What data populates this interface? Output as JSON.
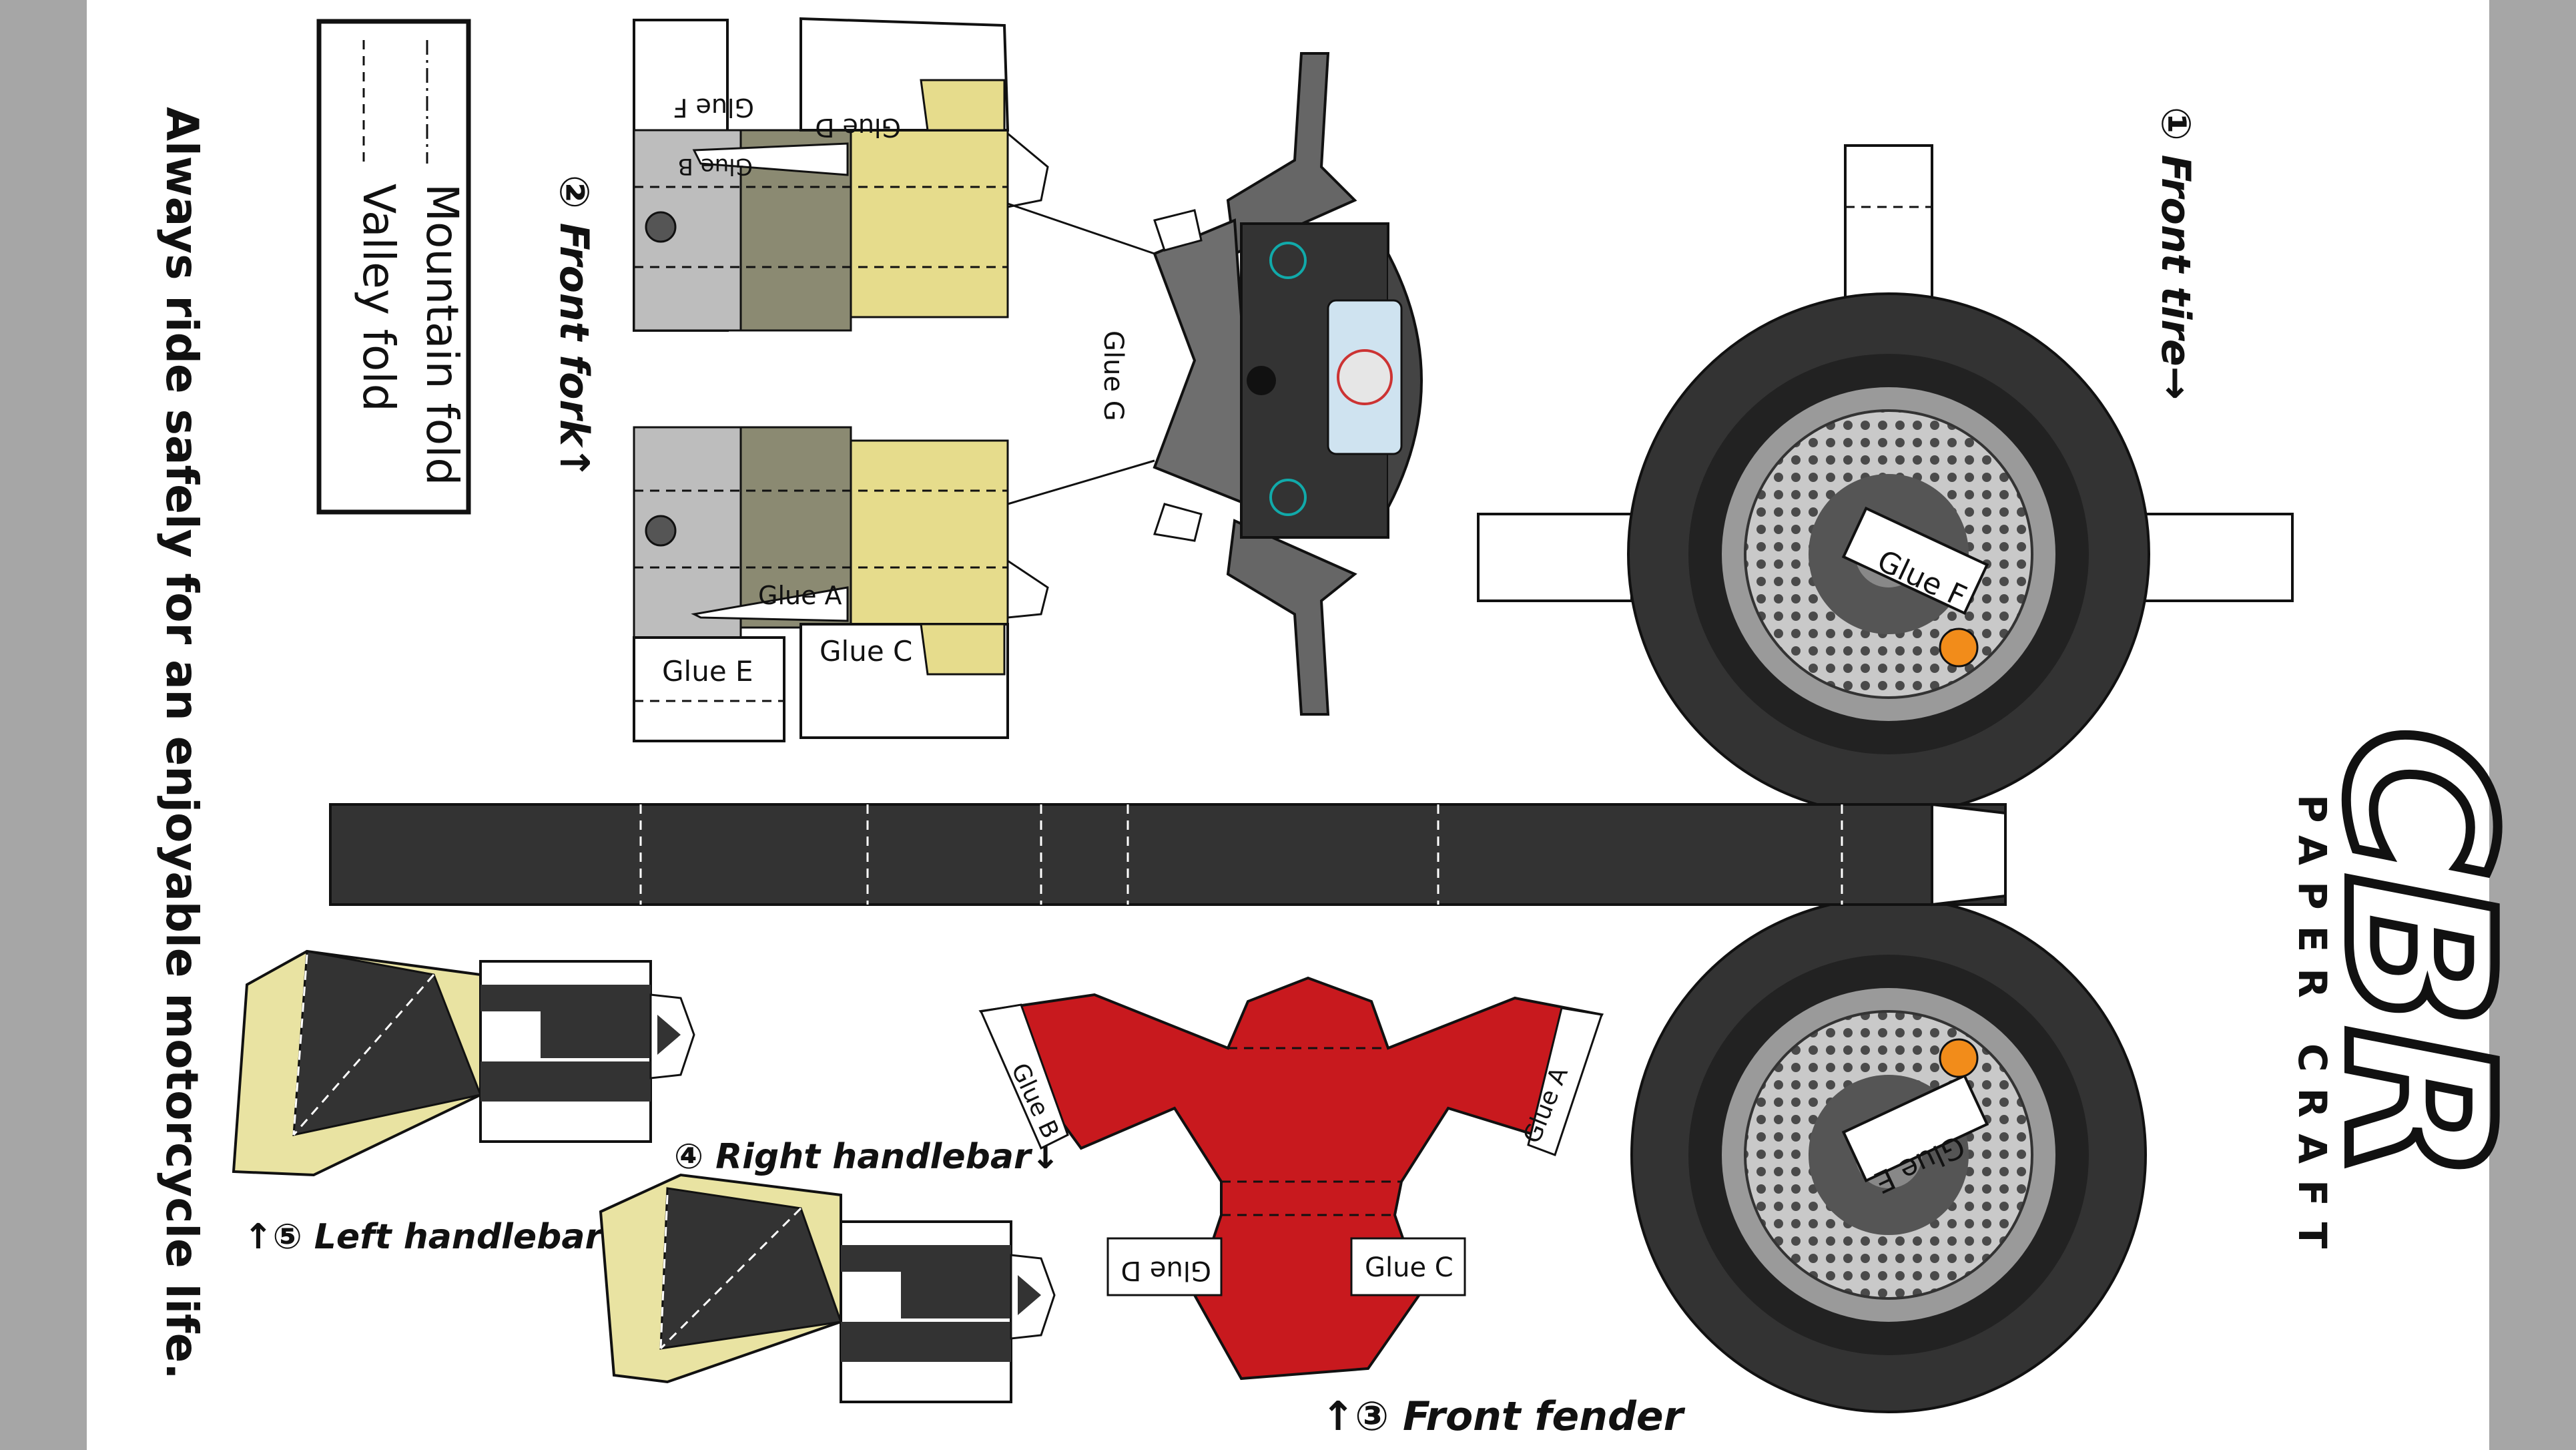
{
  "legend": {
    "mountain_fold": "Mountain fold",
    "valley_fold": "Valley fold"
  },
  "safety_message": "Always ride safely for an enjoyable motorcycle life.",
  "parts": {
    "front_tire": "① Front tire→",
    "front_fork": "② Front fork↑",
    "front_fender": "↑③ Front fender",
    "right_handlebar": "④ Right handlebar↓",
    "left_handlebar": "↑⑤ Left handlebar"
  },
  "glue": {
    "a": "Glue A",
    "b": "Glue B",
    "c": "Glue C",
    "d": "Glue D",
    "e": "Glue E",
    "f": "Glue F",
    "g": "Glue G"
  },
  "brand": {
    "logo": "CBR",
    "subtitle": "PAPER CRAFT"
  },
  "colors": {
    "page_bg": "#a6a6a6",
    "sheet": "#ffffff",
    "fender_red": "#c8191e",
    "fork_yellow": "#e6dc8c",
    "handlebar_yellow": "#e9e3a2",
    "tire_black": "#333333",
    "fork_gray": "#b9b9b9",
    "fork_olive": "#8b8a72",
    "brake_orange": "#f28c1a"
  }
}
